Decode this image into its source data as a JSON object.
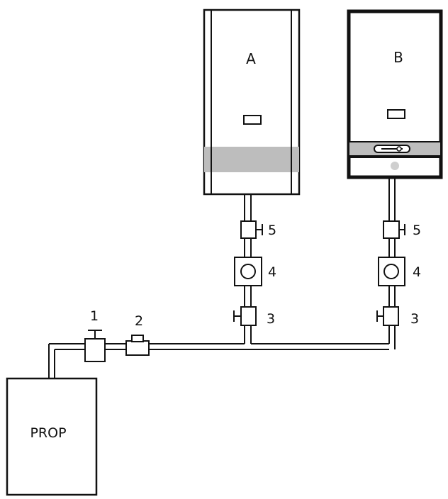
{
  "labels": {
    "heater_a": "A",
    "heater_b": "B",
    "tank": "PROP",
    "valve_main": "1",
    "regulator": "2",
    "a_valve_lower": "3",
    "a_meter": "4",
    "a_valve_upper": "5",
    "b_valve_lower": "3",
    "b_meter": "4",
    "b_valve_upper": "5"
  },
  "colors": {
    "line": "#111111",
    "band": "#bdbdbd",
    "indicator": "#cfcfcf"
  }
}
